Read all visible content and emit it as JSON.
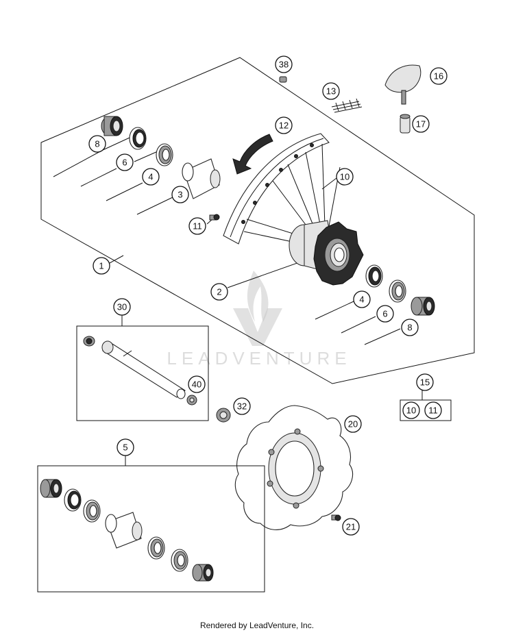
{
  "watermark": {
    "text": "LEADVENTURE"
  },
  "footer": {
    "text": "Rendered by LeadVenture, Inc."
  },
  "callouts": {
    "c1": "1",
    "c2": "2",
    "c3": "3",
    "c4a": "4",
    "c4b": "4",
    "c5": "5",
    "c6a": "6",
    "c6b": "6",
    "c8a": "8",
    "c8b": "8",
    "c10": "10",
    "c10k": "10",
    "c11": "11",
    "c11k": "11",
    "c12": "12",
    "c13": "13",
    "c15": "15",
    "c16": "16",
    "c17": "17",
    "c20": "20",
    "c21": "21",
    "c30": "30",
    "c32": "32",
    "c38": "38",
    "c40": "40"
  }
}
